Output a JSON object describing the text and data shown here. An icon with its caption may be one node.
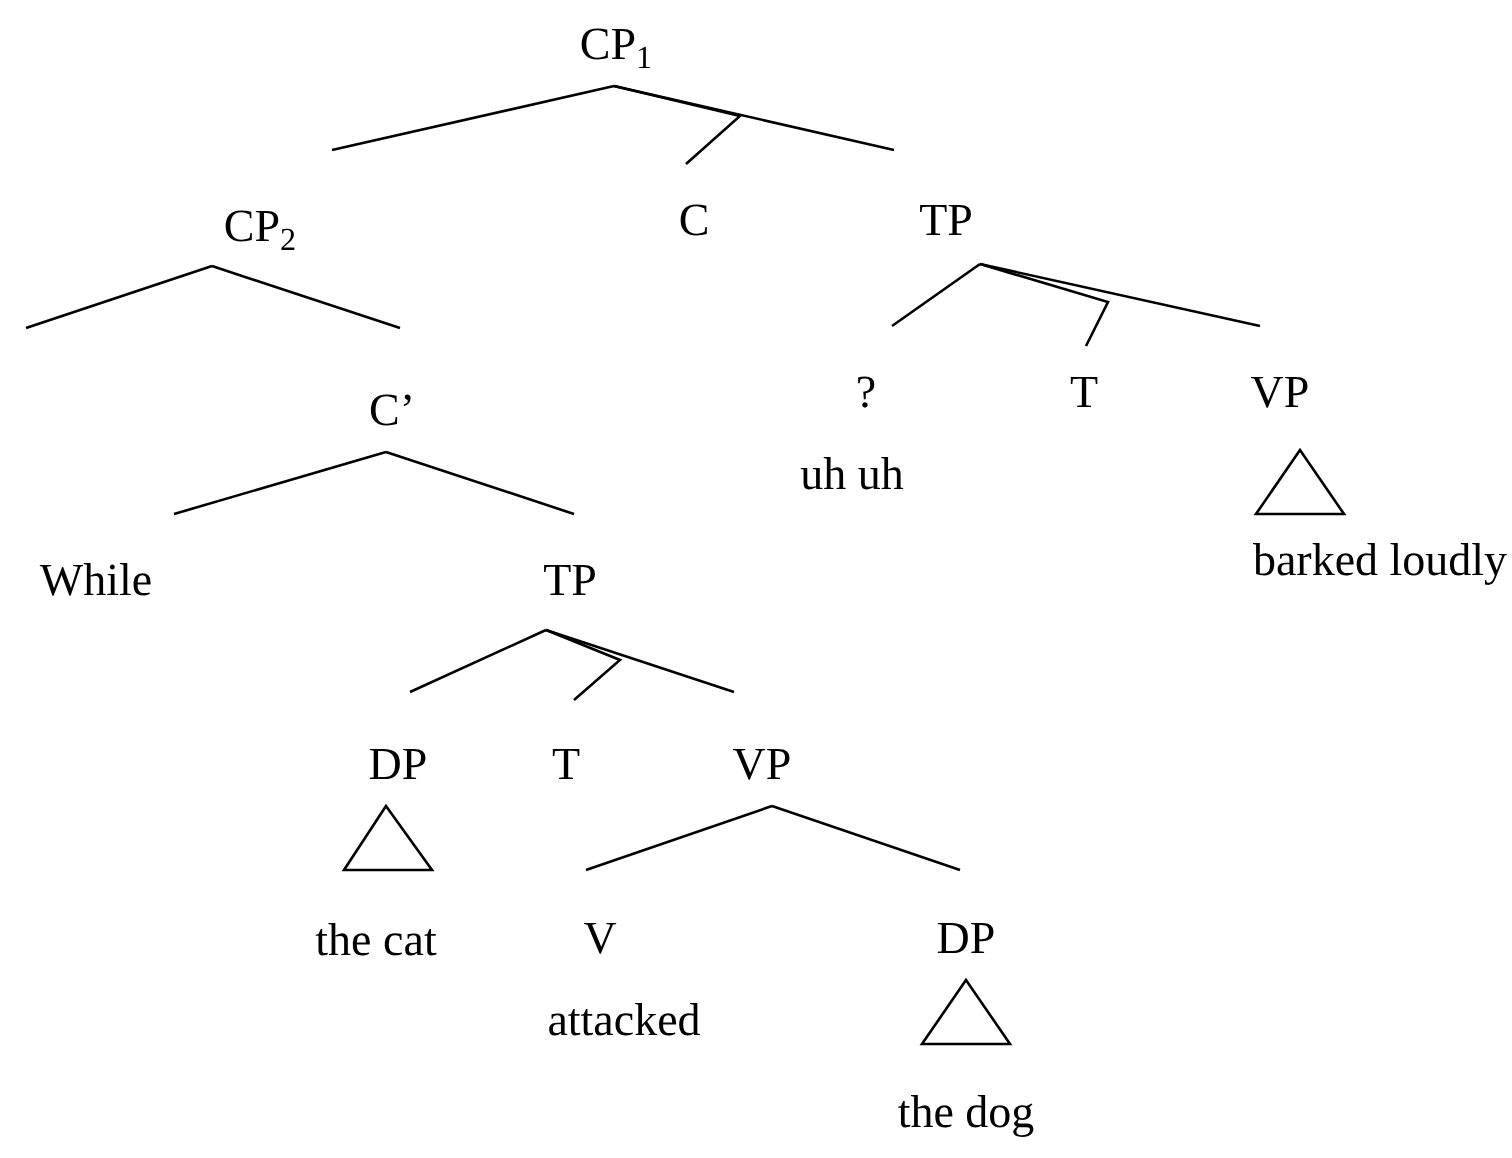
{
  "diagram": {
    "nodes": [
      {
        "text": [
          "CP$_{1}$"
        ]
      },
      {
        "text": [
          "CP$_{2}$"
        ]
      },
      {
        "text": [
          "C"
        ]
      },
      {
        "text": [
          "TP"
        ]
      },
      {
        "text": [
          "C’"
        ]
      },
      {
        "text": [
          "?"
        ],
        "beside": [
          "uh uh"
        ]
      },
      {
        "text": [
          "T"
        ]
      },
      {
        "text": [
          "VP"
        ],
        "beside": [
          "barked loudly"
        ]
      },
      {
        "text": [
          "While"
        ]
      },
      {
        "text": [
          "TP"
        ]
      },
      {
        "text": [
          "DP"
        ],
        "beside": [
          "the cat"
        ]
      },
      {
        "text": [
          "T"
        ]
      },
      {
        "text": [
          "VP"
        ]
      },
      {
        "text": [
          "V"
        ],
        "beside": [
          "attacked"
        ]
      },
      {
        "text": [
          "DP"
        ],
        "beside": [
          "the dog"
        ]
      }
    ],
    "edges": [
      {
        "from": 0,
        "to": 1,
        "arrow": "none"
      },
      {
        "from": 0,
        "to": 2,
        "arrow": "none"
      },
      {
        "from": 0,
        "to": 3,
        "arrow": "none"
      },
      {
        "from": 1,
        "to": null,
        "arrow": "none"
      },
      {
        "from": 1,
        "to": 4,
        "arrow": "none"
      },
      {
        "from": 3,
        "to": 5,
        "arrow": "none"
      },
      {
        "from": 3,
        "to": 6,
        "arrow": "none"
      },
      {
        "from": 3,
        "to": 7,
        "arrow": "none"
      },
      {
        "from": 4,
        "to": 8,
        "arrow": "none"
      },
      {
        "from": 4,
        "to": 9,
        "arrow": "none"
      },
      {
        "from": 9,
        "to": 10,
        "arrow": "none"
      },
      {
        "from": 9,
        "to": 11,
        "arrow": "none"
      },
      {
        "from": 9,
        "to": 12,
        "arrow": "none"
      },
      {
        "from": 12,
        "to": 13,
        "arrow": "none"
      },
      {
        "from": 12,
        "to": 14,
        "arrow": "none"
      }
    ]
  }
}
